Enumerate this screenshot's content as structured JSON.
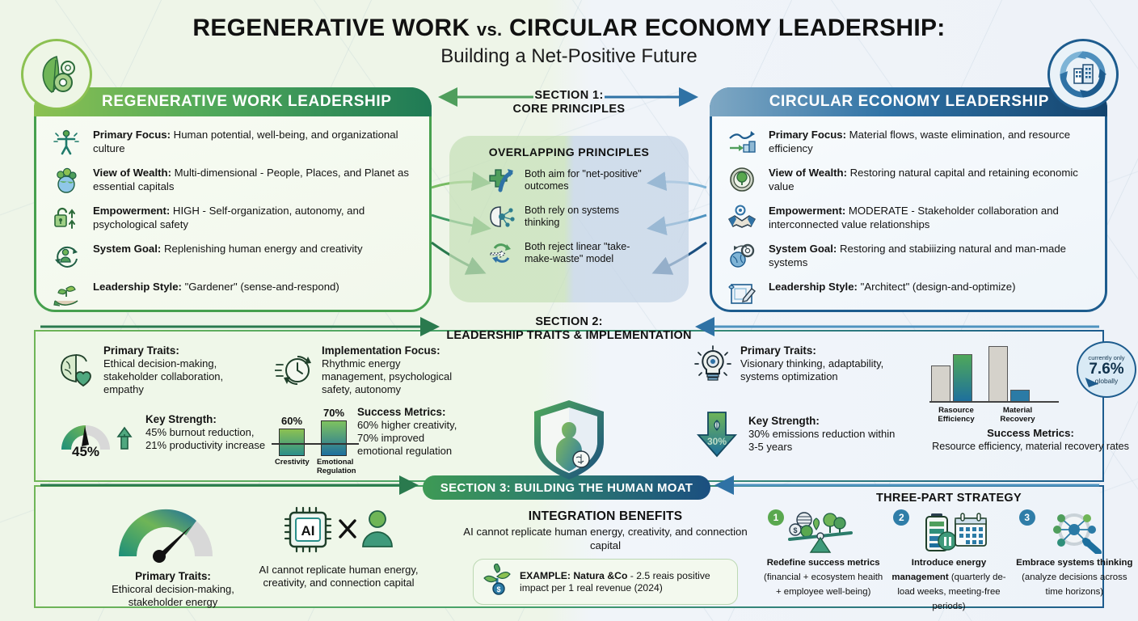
{
  "title": {
    "main_a": "REGENERATIVE WORK ",
    "vs": "vs.",
    "main_b": " CIRCULAR ECONOMY LEADERSHIP:",
    "sub": "Building a Net-Positive Future"
  },
  "badges": {
    "left_icon": "leaf-gear-icon",
    "right_icon": "recycle-building-icon"
  },
  "colors": {
    "green_light": "#8cc152",
    "green_mid": "#4fa85a",
    "green_dark": "#1f7a55",
    "blue_light": "#7fa8c4",
    "blue_mid": "#2f72a5",
    "blue_dark": "#14446e",
    "bg_left": "#eef5e8",
    "bg_right": "#f0f4f9"
  },
  "left_panel": {
    "heading": "REGENERATIVE WORK LEADERSHIP",
    "rows": [
      {
        "icon": "person-thriving-icon",
        "label": "Primary Focus:",
        "text": " Human potential, well-being, and organizational culture"
      },
      {
        "icon": "earth-trees-icon",
        "label": "View of Wealth:",
        "text": " Multi-dimensional - People, Places, and Planet as essential capitals"
      },
      {
        "icon": "unlock-arrows-icon",
        "label": "Empowerment:",
        "text": " HIGH - Self-organization, autonomy, and psychological safety"
      },
      {
        "icon": "person-cycle-icon",
        "label": "System Goal:",
        "text": " Replenishing human energy and creativity"
      },
      {
        "icon": "hand-sprout-icon",
        "label": "Leadership Style:",
        "text": " \"Gardener\" (sense-and-respond)"
      }
    ]
  },
  "right_panel": {
    "heading": "CIRCULAR ECONOMY LEADERSHIP",
    "rows": [
      {
        "icon": "material-flow-icon",
        "label": "Primary Focus:",
        "text": " Material flows, waste elimination, and resource efficiency"
      },
      {
        "icon": "coin-tree-icon",
        "label": "View of Wealth:",
        "text": " Restoring natural capital and retaining economic value"
      },
      {
        "icon": "handshake-gear-icon",
        "label": "Empowerment:",
        "text": " MODERATE - Stakeholder collaboration and interconnected value relationships"
      },
      {
        "icon": "globe-gear-icon",
        "label": "System Goal:",
        "text": " Restoring and stabiiizing natural and man-made systems"
      },
      {
        "icon": "blueprint-pencil-icon",
        "label": "Leadership Style:",
        "text": " \"Architect\" (design-and-optimize)"
      }
    ]
  },
  "section1": {
    "label_line1": "SECTION 1:",
    "label_line2": "CORE PRINCIPLES",
    "overlap_title": "OVERLAPPING PRINCIPLES",
    "items": [
      {
        "icon": "plus-arrow-up-icon",
        "text": "Both aim for \"net-positive\" outcomes"
      },
      {
        "icon": "brain-network-icon",
        "text": "Both rely on systems thinking"
      },
      {
        "icon": "circular-arrows-icon",
        "text": "Both reject linear \"take-make-waste\" model"
      }
    ]
  },
  "section2": {
    "label_line1": "SECTION 2:",
    "label_line2": "LEADERSHIP TRAITS & IMPLEMENTATION",
    "left": {
      "primary_traits_label": "Primary Traits:",
      "primary_traits_text": "Ethical decision-making, stakeholder collaboration, empathy",
      "primary_traits_icon": "brain-heart-icon",
      "implementation_label": "Implementation Focus:",
      "implementation_text": "Rhythmic energy management, psychological safety, autonomy",
      "implementation_icon": "clock-cycle-icon",
      "key_strength_label": "Key Strength:",
      "key_strength_text": "45% burnout reduction, 21% productivity increase",
      "gauge_value": "45%",
      "gauge_icon": "gauge-arrow-up-icon",
      "success_label": "Success Metrics:",
      "success_text": "60% higher creativity, 70% improved emotional regulation"
    },
    "right": {
      "primary_traits_label": "Primary Traits:",
      "primary_traits_text": "Visionary thinking, adaptability, systems optimization",
      "primary_traits_icon": "lightbulb-eye-icon",
      "key_strength_label": "Key Strength:",
      "key_strength_text": "30% emissions reduction within 3-5 years",
      "arrow_value": "30%",
      "arrow_icon": "down-arrow-leaf-icon",
      "success_label": "Success Metrics:",
      "success_text": "Resource efficiency, material recovery rates",
      "bubble_top": "currently only",
      "bubble_value": "7.6%",
      "bubble_bottom": "globally"
    }
  },
  "section3": {
    "pill": "SECTION 3: BUILDING THE HUMAN MOAT",
    "shield_icon": "shield-human-brain-icon",
    "left": {
      "gauge_icon": "speedometer-icon",
      "gauge_label": "Primary Traits:",
      "gauge_text": "Ethicoral decision-making, stakeholder energy",
      "ai_icon": "ai-chip-times-person-icon",
      "ai_text": "AI cannot replicate human energy, creativity, and connection capital"
    },
    "center": {
      "heading": "INTEGRATION BENEFITS",
      "sub": "AI cannot replicate human energy, creativity, and connection capital",
      "example_icon": "money-tree-icon",
      "example_label": "EXAMPLE: Natura &Co",
      "example_text": " - 2.5 reais positive impact per 1 real revenue (2024)"
    },
    "right": {
      "title": "THREE-PART STRATEGY",
      "steps": [
        {
          "num": "1",
          "icon": "balance-scale-ecosystem-icon",
          "bold": "Redefine success metrics",
          "text": " (financial + ecosystem heaith + employee well-being)",
          "color": "#5aa84f"
        },
        {
          "num": "2",
          "icon": "battery-calendar-icon",
          "bold": "Introduce energy management",
          "text": " (quarterly de-load weeks, meeting-free periods)",
          "color": "#2f7da8"
        },
        {
          "num": "3",
          "icon": "magnifier-network-icon",
          "bold": "Embrace systems thinking",
          "text": " (analyze decisions across time horizons)",
          "color": "#2f7da8"
        }
      ]
    }
  },
  "chart_data": [
    {
      "type": "bar",
      "id": "regenerative-success-metrics",
      "title": "",
      "categories": [
        "Crestivity",
        "Emotional Regulation"
      ],
      "values": [
        60,
        70
      ],
      "value_labels": [
        "60%",
        "70%"
      ],
      "ylim": [
        0,
        80
      ],
      "ylabel": "",
      "xlabel": "",
      "grid": false,
      "legend": "none"
    },
    {
      "type": "bar",
      "id": "circular-success-metrics",
      "title": "",
      "categories": [
        "Rasource Efficiency",
        "Material Recovery"
      ],
      "series": [
        {
          "name": "baseline",
          "values": [
            62,
            90
          ]
        },
        {
          "name": "achieved",
          "values": [
            80,
            22
          ]
        }
      ],
      "annotation": "currently only 7.6% globally",
      "ylim": [
        0,
        100
      ],
      "ylabel": "",
      "xlabel": "",
      "grid": false,
      "legend": "none"
    },
    {
      "type": "gauge",
      "id": "burnout-reduction-gauge",
      "value": 45,
      "value_label": "45%",
      "range": [
        0,
        100
      ]
    },
    {
      "type": "gauge",
      "id": "human-moat-speedometer",
      "value": 62,
      "value_label": "",
      "range": [
        0,
        100
      ]
    }
  ]
}
